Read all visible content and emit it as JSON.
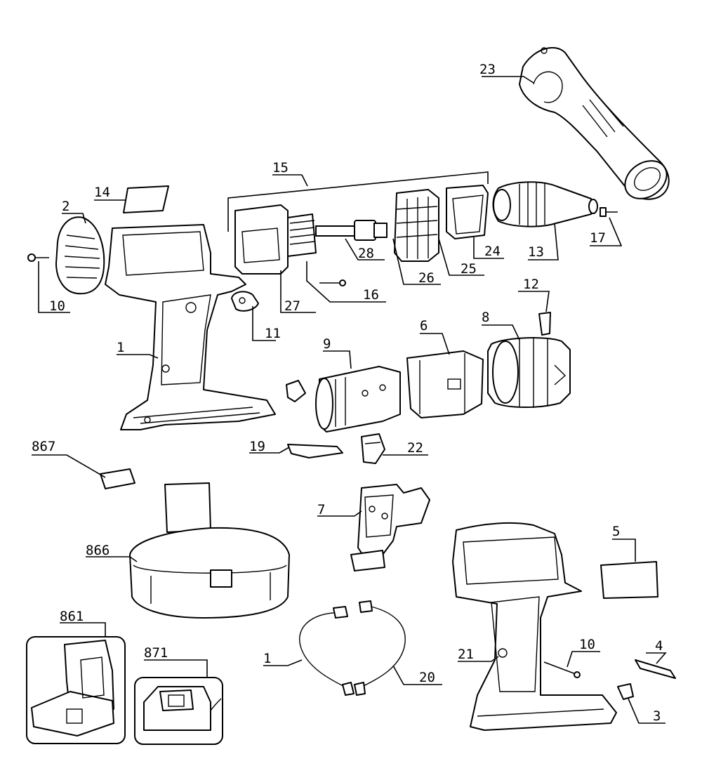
{
  "labels": [
    {
      "key": "l23",
      "text": "23"
    },
    {
      "key": "l15",
      "text": "15"
    },
    {
      "key": "l14",
      "text": "14"
    },
    {
      "key": "l2",
      "text": "2"
    },
    {
      "key": "l28",
      "text": "28"
    },
    {
      "key": "l24",
      "text": "24"
    },
    {
      "key": "l13",
      "text": "13"
    },
    {
      "key": "l17",
      "text": "17"
    },
    {
      "key": "l25",
      "text": "25"
    },
    {
      "key": "l26",
      "text": "26"
    },
    {
      "key": "l10a",
      "text": "10"
    },
    {
      "key": "l16",
      "text": "16"
    },
    {
      "key": "l27",
      "text": "27"
    },
    {
      "key": "l12",
      "text": "12"
    },
    {
      "key": "l6",
      "text": "6"
    },
    {
      "key": "l8",
      "text": "8"
    },
    {
      "key": "l11",
      "text": "11"
    },
    {
      "key": "l9",
      "text": "9"
    },
    {
      "key": "l1a",
      "text": "1"
    },
    {
      "key": "l867",
      "text": "867"
    },
    {
      "key": "l19",
      "text": "19"
    },
    {
      "key": "l22",
      "text": "22"
    },
    {
      "key": "l7",
      "text": "7"
    },
    {
      "key": "l5",
      "text": "5"
    },
    {
      "key": "l866",
      "text": "866"
    },
    {
      "key": "l861",
      "text": "861"
    },
    {
      "key": "l871",
      "text": "871"
    },
    {
      "key": "l10b",
      "text": "10"
    },
    {
      "key": "l4",
      "text": "4"
    },
    {
      "key": "l1b",
      "text": "1"
    },
    {
      "key": "l20",
      "text": "20"
    },
    {
      "key": "l21",
      "text": "21"
    },
    {
      "key": "l3",
      "text": "3"
    }
  ]
}
